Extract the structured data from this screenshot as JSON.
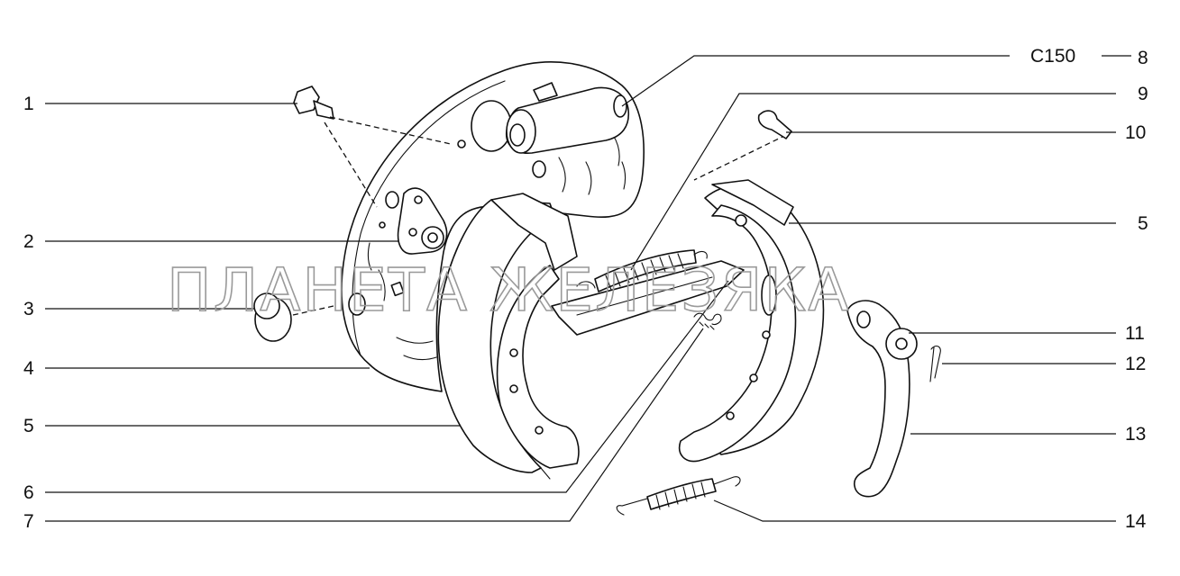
{
  "callouts": {
    "c1": "1",
    "c2": "2",
    "c3": "3",
    "c4": "4",
    "c5l": "5",
    "c6": "6",
    "c7": "7",
    "c8": "8",
    "c9": "9",
    "c10": "10",
    "c5r": "5",
    "c11": "11",
    "c12": "12",
    "c13": "13",
    "c14": "14"
  },
  "part_code": "C150",
  "watermark": "ПЛАНЕТА ЖЕЛЕЗЯКА"
}
